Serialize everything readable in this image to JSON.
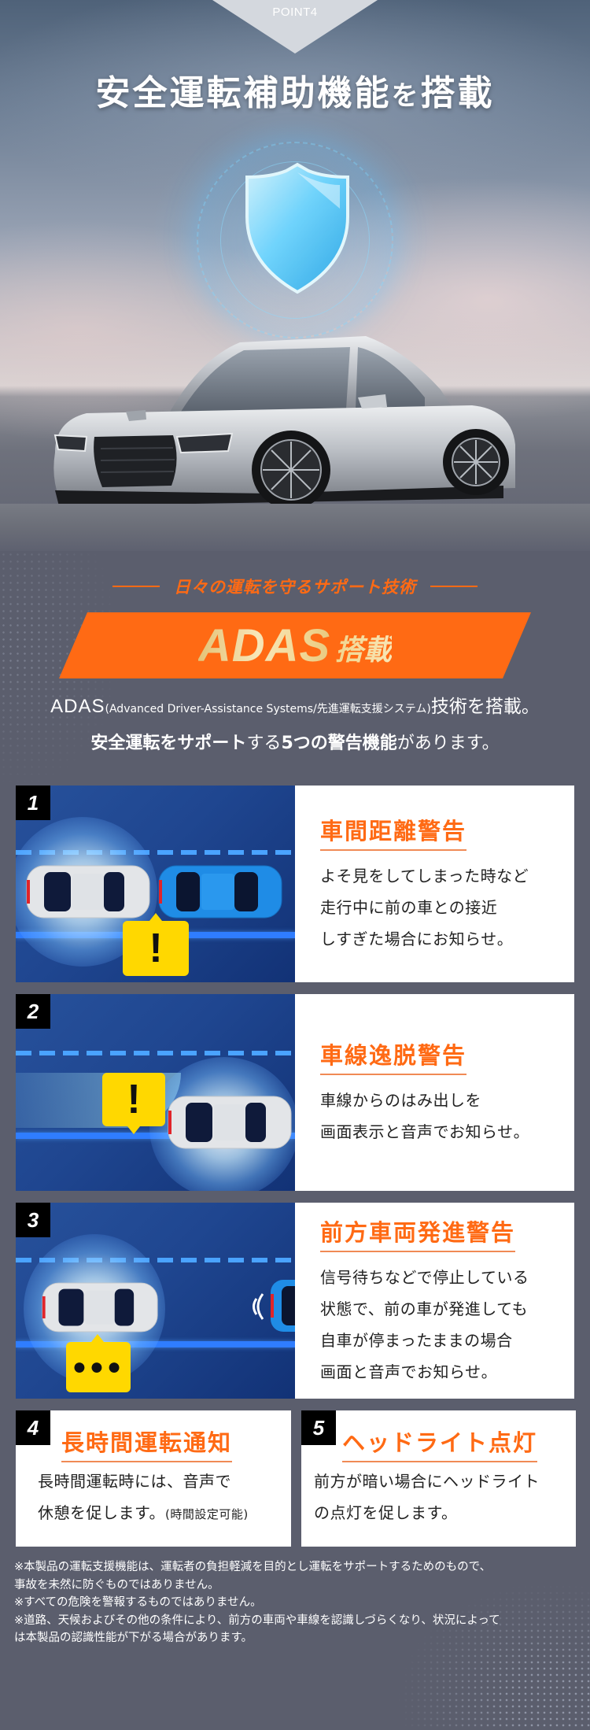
{
  "hero": {
    "point_label": "POINT4",
    "title_part1": "安全運転補助機能",
    "title_particle": "を",
    "title_part2": "搭載"
  },
  "section": {
    "subheading": "日々の運転を守るサポート技術",
    "banner_main": "ADAS",
    "banner_suffix": "搭載",
    "desc_line1_prefix": "ADAS",
    "desc_line1_paren": "(Advanced Driver-Assistance Systems/先進運転支援システム)",
    "desc_line1_suffix": "技術を搭載。",
    "desc_line2_bold1": "安全運転をサポート",
    "desc_line2_mid": "する",
    "desc_line2_bold2": "5つの警告機能",
    "desc_line2_end": "があります。"
  },
  "features": [
    {
      "number": "1",
      "title": "車間距離警告",
      "body": "よそ見をしてしまった時など\n走行中に前の車との接近\nしすぎた場合にお知らせ。",
      "icon": "warning-exclamation"
    },
    {
      "number": "2",
      "title": "車線逸脱警告",
      "body": "車線からのはみ出しを\n画面表示と音声でお知らせ。",
      "icon": "warning-exclamation"
    },
    {
      "number": "3",
      "title": "前方車両発進警告",
      "body": "信号待ちなどで停止している\n状態で、前の車が発進しても\n自車が停まったままの場合\n画面と音声でお知らせ。",
      "icon": "ellipsis-bubble"
    },
    {
      "number": "4",
      "title": "長時間運転通知",
      "body_line1": "長時間運転時には、音声で",
      "body_line2": "休憩を促します。",
      "body_paren": "(時間設定可能)"
    },
    {
      "number": "5",
      "title": "ヘッドライト点灯",
      "body": "前方が暗い場合にヘッドライト\nの点灯を促します。"
    }
  ],
  "notes": "※本製品の運転支援機能は、運転者の負担軽減を目的とし運転をサポートするためのもので、\n事故を未然に防ぐものではありません。\n※すべての危険を警報するものではありません。\n※道路、天候およびその他の条件により、前方の車両や車線を認識しづらくなり、状況によって\nは本製品の認識性能が下がる場合があります。",
  "colors": {
    "accent_orange": "#ff6a14",
    "page_bg": "#5b5e6d",
    "scene_blue": "#1f4690",
    "warning_yellow": "#ffd800",
    "number_badge": "#000000"
  }
}
